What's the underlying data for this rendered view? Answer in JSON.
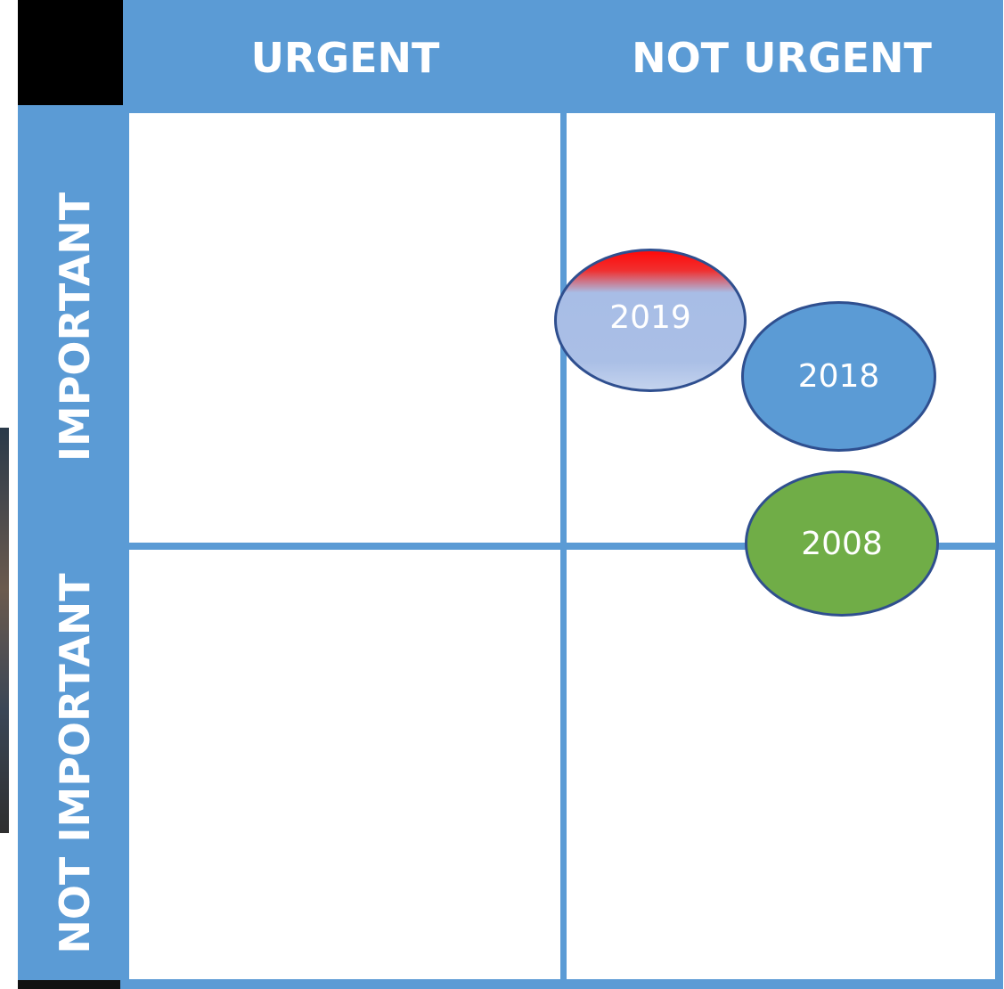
{
  "matrix": {
    "columns": [
      "URGENT",
      "NOT URGENT"
    ],
    "rows": [
      "IMPORTANT",
      "NOT IMPORTANT"
    ]
  },
  "bubbles": [
    {
      "label": "2019",
      "quadrant": "important-not-urgent",
      "color": "#a8bde6",
      "accent": "#ff0a0a"
    },
    {
      "label": "2018",
      "quadrant": "important-not-urgent",
      "color": "#5b9bd5"
    },
    {
      "label": "2008",
      "quadrant": "important-not-urgent",
      "color": "#70ad47"
    }
  ],
  "colors": {
    "frame": "#5b9bd5",
    "cell": "#ffffff",
    "corner": "#000000",
    "bubble_border": "#2f4f8f"
  }
}
